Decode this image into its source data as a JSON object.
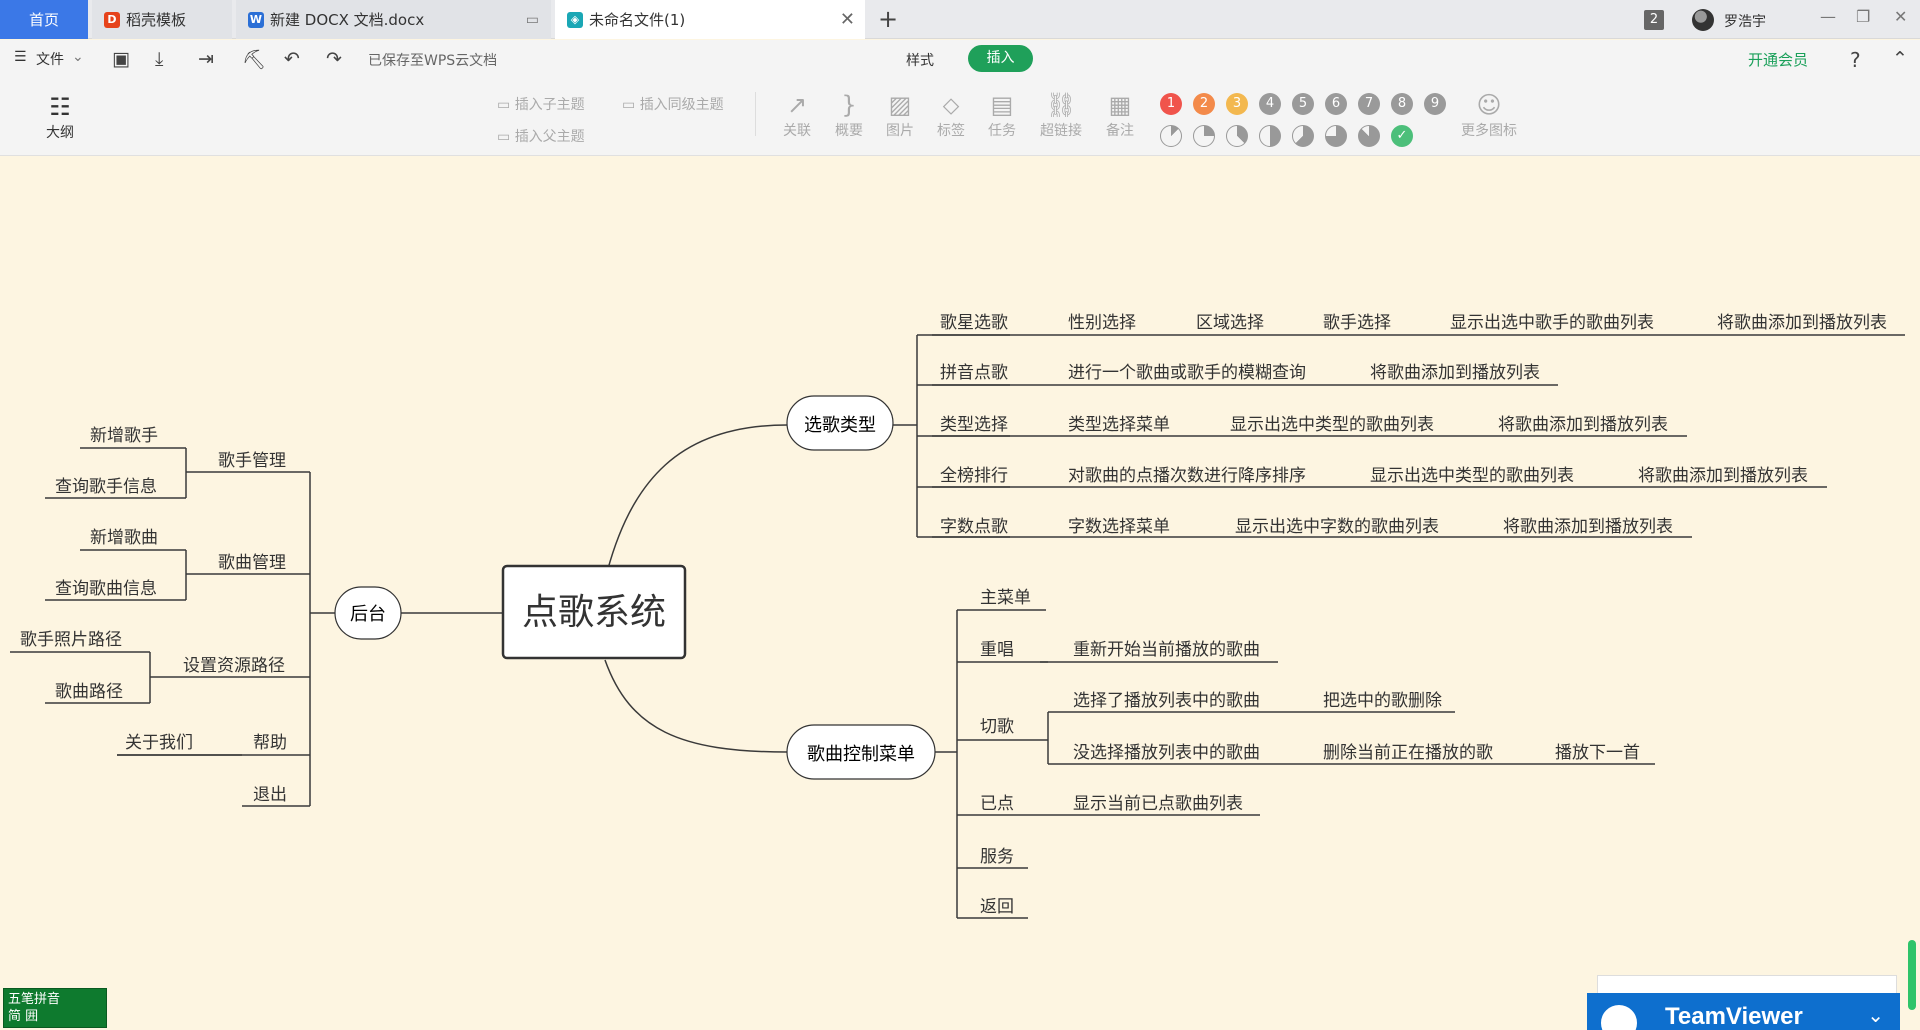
{
  "tabs": [
    {
      "label": "首页"
    },
    {
      "label": "稻壳模板"
    },
    {
      "label": "新建 DOCX 文档.docx"
    },
    {
      "label": "未命名文件(1)"
    }
  ],
  "window": {
    "counter": "2",
    "user": "罗浩宇"
  },
  "toolbar": {
    "file": "文件",
    "saved": "已保存至WPS云文档",
    "style_tab": "样式",
    "insert_tab": "插入",
    "vip": "开通会员",
    "help": "?"
  },
  "ribbon": {
    "outline": "大纲",
    "insert_child": "插入子主题",
    "insert_sibling": "插入同级主题",
    "insert_parent": "插入父主题",
    "relate": "关联",
    "summary": "概要",
    "image": "图片",
    "tag": "标签",
    "task": "任务",
    "link": "超链接",
    "note": "备注",
    "more_icons": "更多图标",
    "numbers": [
      "1",
      "2",
      "3",
      "4",
      "5",
      "6",
      "7",
      "8",
      "9"
    ],
    "number_colors": [
      "#f0544c",
      "#f38a4a",
      "#f3b84f",
      "#9a9a9a",
      "#9a9a9a",
      "#9a9a9a",
      "#9a9a9a",
      "#9a9a9a",
      "#9a9a9a"
    ]
  },
  "mindmap": {
    "root": "点歌系统",
    "branch_backend": "后台",
    "branch_select": "选歌类型",
    "branch_control": "歌曲控制菜单",
    "backend": {
      "singer_mgmt": "歌手管理",
      "add_singer": "新增歌手",
      "query_singer": "查询歌手信息",
      "song_mgmt": "歌曲管理",
      "add_song": "新增歌曲",
      "query_song": "查询歌曲信息",
      "res_path": "设置资源路径",
      "singer_photo_path": "歌手照片路径",
      "song_path": "歌曲路径",
      "help": "帮助",
      "about": "关于我们",
      "exit": "退出"
    },
    "select": {
      "star": "歌星选歌",
      "gender": "性别选择",
      "region": "区域选择",
      "singer": "歌手选择",
      "show_singer_songs": "显示出选中歌手的歌曲列表",
      "add_playlist_1": "将歌曲添加到播放列表",
      "pinyin": "拼音点歌",
      "fuzzy": "进行一个歌曲或歌手的模糊查询",
      "add_playlist_2": "将歌曲添加到播放列表",
      "type": "类型选择",
      "type_menu": "类型选择菜单",
      "show_type_songs": "显示出选中类型的歌曲列表",
      "add_playlist_3": "将歌曲添加到播放列表",
      "rank": "全榜排行",
      "sort_desc": "对歌曲的点播次数进行降序排序",
      "show_type_songs_2": "显示出选中类型的歌曲列表",
      "add_playlist_4": "将歌曲添加到播放列表",
      "wordcount": "字数点歌",
      "wordcount_menu": "字数选择菜单",
      "show_word_songs": "显示出选中字数的歌曲列表",
      "add_playlist_5": "将歌曲添加到播放列表"
    },
    "control": {
      "main_menu": "主菜单",
      "replay": "重唱",
      "restart": "重新开始当前播放的歌曲",
      "skip": "切歌",
      "selected_in_list": "选择了播放列表中的歌曲",
      "delete_selected": "把选中的歌删除",
      "not_selected": "没选择播放列表中的歌曲",
      "delete_current": "删除当前正在播放的歌",
      "play_next": "播放下一首",
      "ordered": "已点",
      "show_ordered": "显示当前已点歌曲列表",
      "service": "服务",
      "back": "返回"
    }
  },
  "ime": {
    "line1": "五笔拼音",
    "line2": "简 囲"
  },
  "teamviewer": {
    "name": "TeamViewer"
  },
  "colors": {
    "accent_green": "#1fa05a",
    "home_blue": "#3b78e7",
    "canvas_bg": "#fdf5e1",
    "line": "#3a3a3a"
  }
}
